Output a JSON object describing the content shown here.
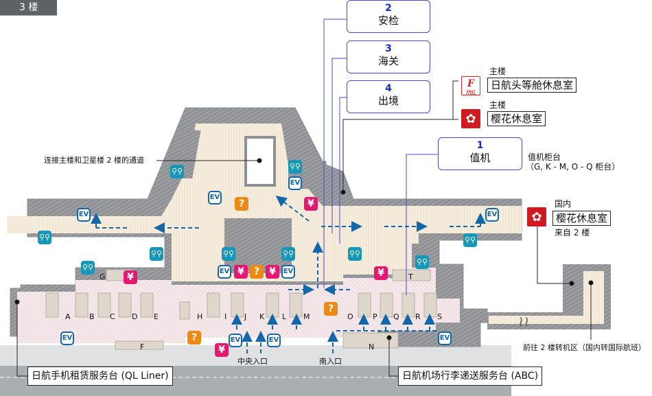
{
  "floor": {
    "label": "3 楼"
  },
  "callouts": [
    {
      "number": "2",
      "label": "安检"
    },
    {
      "number": "3",
      "label": "海关"
    },
    {
      "number": "4",
      "label": "出境"
    },
    {
      "number": "1",
      "label": "值机"
    }
  ],
  "checkin_note": {
    "line1": "值机柜台",
    "line2": "（G, K - M, O - Q 柜台）"
  },
  "lounges": [
    {
      "building": "主楼",
      "name": "日航头等舱休息室",
      "logo": "first-class-logo",
      "logo_text": "F",
      "logo_sub": "FIRST CLASS"
    },
    {
      "building": "主楼",
      "name": "樱花休息室",
      "logo": "sakura-lounge-logo",
      "logo_text": "✿"
    },
    {
      "building": "国内",
      "name": "樱花休息室",
      "note": "来自 2 楼",
      "logo": "sakura-lounge-logo",
      "logo_text": "✿"
    }
  ],
  "annotations": {
    "connector": "连接主楼和卫星楼 2 楼的通道",
    "transfer": "前往 2 楼转机区（国内转国际航班）",
    "central_entrance": "中央入口",
    "south_entrance": "南入口"
  },
  "service_desks": {
    "phone_rental": "日航手机租赁服务台 (QL Liner)",
    "baggage_delivery": "日航机场行李递送服务台 (ABC)"
  },
  "counters": [
    "A",
    "B",
    "C",
    "D",
    "E",
    "F",
    "G",
    "H",
    "I",
    "J",
    "K",
    "L",
    "M",
    "N",
    "O",
    "P",
    "Q",
    "R",
    "S",
    "T"
  ],
  "icons": {
    "ev": "EV",
    "yen": "¥",
    "info": "?",
    "restroom": "🚻"
  },
  "colors": {
    "wall": "#8e9194",
    "floor_public": "#f5ecdf",
    "floor_checkin": "#f3e6ea",
    "callout_border": "#4a4ad0",
    "callout_number": "#1a2fb8",
    "arrow": "#1366a8",
    "ev": "#1366a8",
    "yen": "#e6176f",
    "info": "#ee8a12",
    "restroom": "#1797b5",
    "road": "#a9aeb0"
  }
}
